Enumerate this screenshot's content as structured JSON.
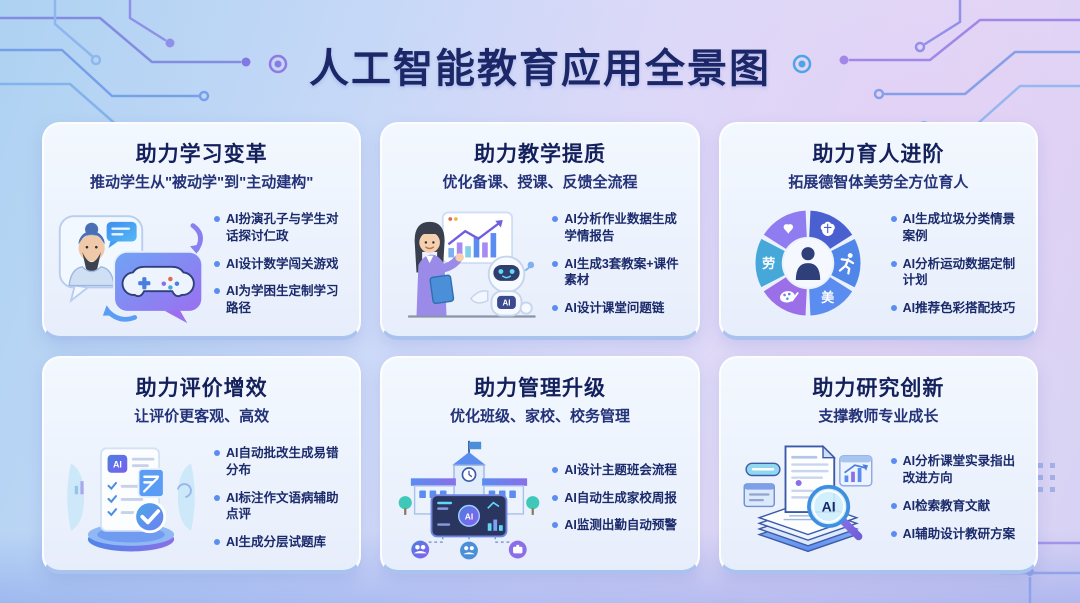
{
  "page": {
    "title": "人工智能教育应用全景图"
  },
  "labels": {
    "ai": "AI",
    "mei": "美",
    "lao": "劳"
  },
  "colors": {
    "title_navy": "#1b2766",
    "card_bottom_accent": "#a9c2ee",
    "bullet_dot": "#5b8df0",
    "accent_blue": "#4a7fe0",
    "accent_purple": "#8a6fe8",
    "accent_teal": "#46a8d8"
  },
  "cards": [
    {
      "title": "助力学习变革",
      "subtitle": "推动学生从\"被动学\"到\"主动建构\"",
      "illustration": "confucius-dialogue",
      "bullets": [
        "AI扮演孔子与学生对话探讨仁政",
        "AI设计数学闯关游戏",
        "AI为学困生定制学习路径"
      ]
    },
    {
      "title": "助力教学提质",
      "subtitle": "优化备课、授课、反馈全流程",
      "illustration": "teacher-robot-chart",
      "bullets": [
        "AI分析作业数据生成学情报告",
        "AI生成3套教案+课件素材",
        "AI设计课堂问题链"
      ]
    },
    {
      "title": "助力育人进阶",
      "subtitle": "拓展德智体美劳全方位育人",
      "illustration": "five-education-wheel",
      "bullets": [
        "AI生成垃圾分类情景案例",
        "AI分析运动数据定制计划",
        "AI推荐色彩搭配技巧"
      ]
    },
    {
      "title": "助力评价增效",
      "subtitle": "让评价更客观、高效",
      "illustration": "ai-grading-report",
      "bullets": [
        "AI自动批改生成易错分布",
        "AI标注作文语病辅助点评",
        "AI生成分层试题库"
      ]
    },
    {
      "title": "助力管理升级",
      "subtitle": "优化班级、家校、校务管理",
      "illustration": "school-network",
      "bullets": [
        "AI设计主题班会流程",
        "AI自动生成家校周报",
        "AI监测出勤自动预警"
      ]
    },
    {
      "title": "助力研究创新",
      "subtitle": "支撑教师专业成长",
      "illustration": "research-documents",
      "bullets": [
        "AI分析课堂实录指出改进方向",
        "AI检索教育文献",
        "AI辅助设计教研方案"
      ]
    }
  ]
}
